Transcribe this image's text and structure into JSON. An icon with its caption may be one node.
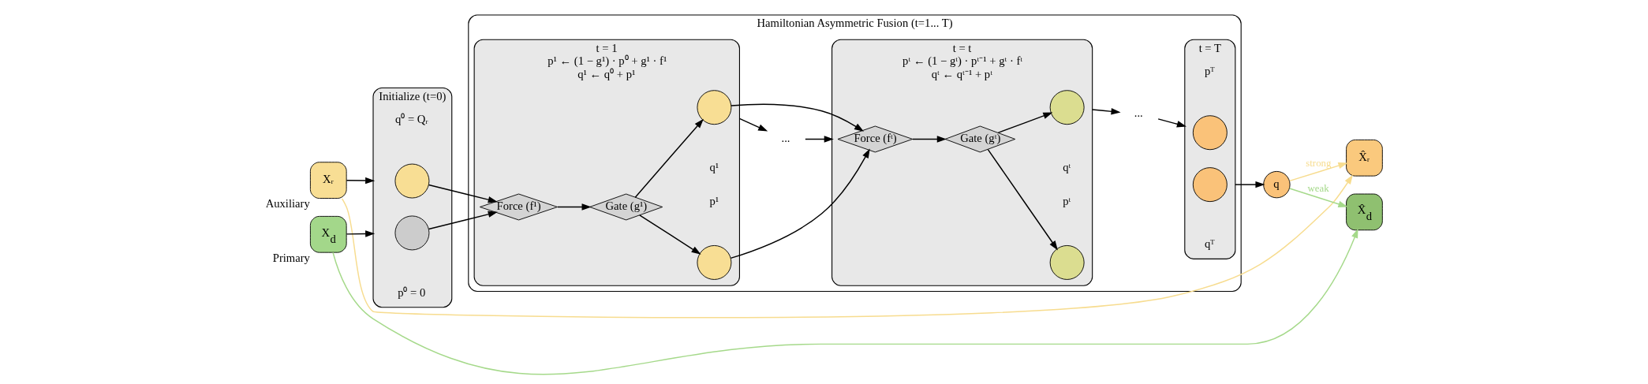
{
  "diagram": {
    "nodes": [
      {
        "text": [
          "Xᵣ"
        ],
        "beside": [
          "Auxiliary"
        ]
      },
      {
        "text": [
          "X$_{d}$"
        ],
        "beside": [
          "Primary"
        ]
      },
      {
        "text": [
          "Initialize (t=0)"
        ]
      },
      {
        "text": [],
        "shape": "circle",
        "in": 2,
        "beside": [
          "q⁰ = Qᵣ"
        ]
      },
      {
        "text": [],
        "shape": "circle",
        "in": 2,
        "beside": [
          "p⁰ = 0"
        ]
      },
      {
        "text": [
          "Hamiltonian Asymmetric Fusion (t=1... T)"
        ]
      },
      {
        "text": [
          "t = 1",
          "p¹ ← (1 − g¹) · p⁰ + g¹ · f¹",
          "q¹ ← q⁰ + p¹"
        ],
        "in": 5
      },
      {
        "text": [
          "Force (f¹)"
        ],
        "in": 6
      },
      {
        "text": [
          "Gate (g¹)"
        ],
        "in": 6
      },
      {
        "text": [],
        "shape": "circle",
        "in": 6,
        "beside": [
          "p¹"
        ]
      },
      {
        "text": [],
        "shape": "circle",
        "in": 6,
        "beside": [
          "q¹"
        ]
      },
      {
        "text": [
          "..."
        ],
        "in": 5
      },
      {
        "text": [
          "t = t",
          "pᵗ ← (1 − gᵗ) · pᵗ⁻¹ + gᵗ · fᵗ",
          "qᵗ ← qᵗ⁻¹ + pᵗ"
        ],
        "in": 5
      },
      {
        "text": [
          "Force (fᵗ)"
        ],
        "in": 12
      },
      {
        "text": [
          "Gate (gᵗ)"
        ],
        "in": 12
      },
      {
        "text": [],
        "shape": "circle",
        "in": 12,
        "beside": [
          "pᵗ"
        ]
      },
      {
        "text": [],
        "shape": "circle",
        "in": 12,
        "beside": [
          "qᵗ"
        ]
      },
      {
        "text": [
          "..."
        ],
        "in": 5
      },
      {
        "text": [
          "t = T"
        ],
        "in": 5
      },
      {
        "text": [],
        "shape": "circle",
        "in": 18,
        "beside": [
          "pᵀ"
        ]
      },
      {
        "text": [],
        "shape": "circle",
        "in": 18,
        "beside": [
          "qᵀ"
        ]
      },
      {
        "text": [
          "q"
        ]
      },
      {
        "text": [
          "X̂ᵣ"
        ]
      },
      {
        "text": [
          "X̂$_{d}$"
        ]
      }
    ],
    "edges": [
      {
        "from": 0,
        "to": 2,
        "arrow": "to"
      },
      {
        "from": 1,
        "to": 2,
        "arrow": "to"
      },
      {
        "from": 3,
        "to": 7,
        "arrow": "to"
      },
      {
        "from": 4,
        "to": 7,
        "arrow": "to"
      },
      {
        "from": 7,
        "to": 8,
        "arrow": "to"
      },
      {
        "from": 8,
        "to": 9,
        "arrow": "to"
      },
      {
        "from": 8,
        "to": 10,
        "arrow": "to"
      },
      {
        "from": 9,
        "to": 13,
        "arrow": "to"
      },
      {
        "from": 10,
        "to": 13,
        "arrow": "to"
      },
      {
        "from": 6,
        "to": 11,
        "arrow": "to"
      },
      {
        "from": 11,
        "to": 12,
        "arrow": "to"
      },
      {
        "from": 13,
        "to": 14,
        "arrow": "to"
      },
      {
        "from": 14,
        "to": 15,
        "arrow": "to"
      },
      {
        "from": 14,
        "to": 16,
        "arrow": "to"
      },
      {
        "from": 12,
        "to": 17,
        "arrow": "to"
      },
      {
        "from": 17,
        "to": 18,
        "arrow": "to"
      },
      {
        "from": 18,
        "to": 21,
        "arrow": "to"
      },
      {
        "from": 21,
        "to": 22,
        "arrow": "to",
        "label": "strong",
        "color": "#f7dc8f"
      },
      {
        "from": 21,
        "to": 23,
        "arrow": "to",
        "label": "weak",
        "color": "#a5d98a"
      },
      {
        "from": 0,
        "to": 22,
        "arrow": "to",
        "color": "#f7dc8f"
      },
      {
        "from": 1,
        "to": 23,
        "arrow": "to",
        "color": "#a5d98a"
      }
    ]
  }
}
